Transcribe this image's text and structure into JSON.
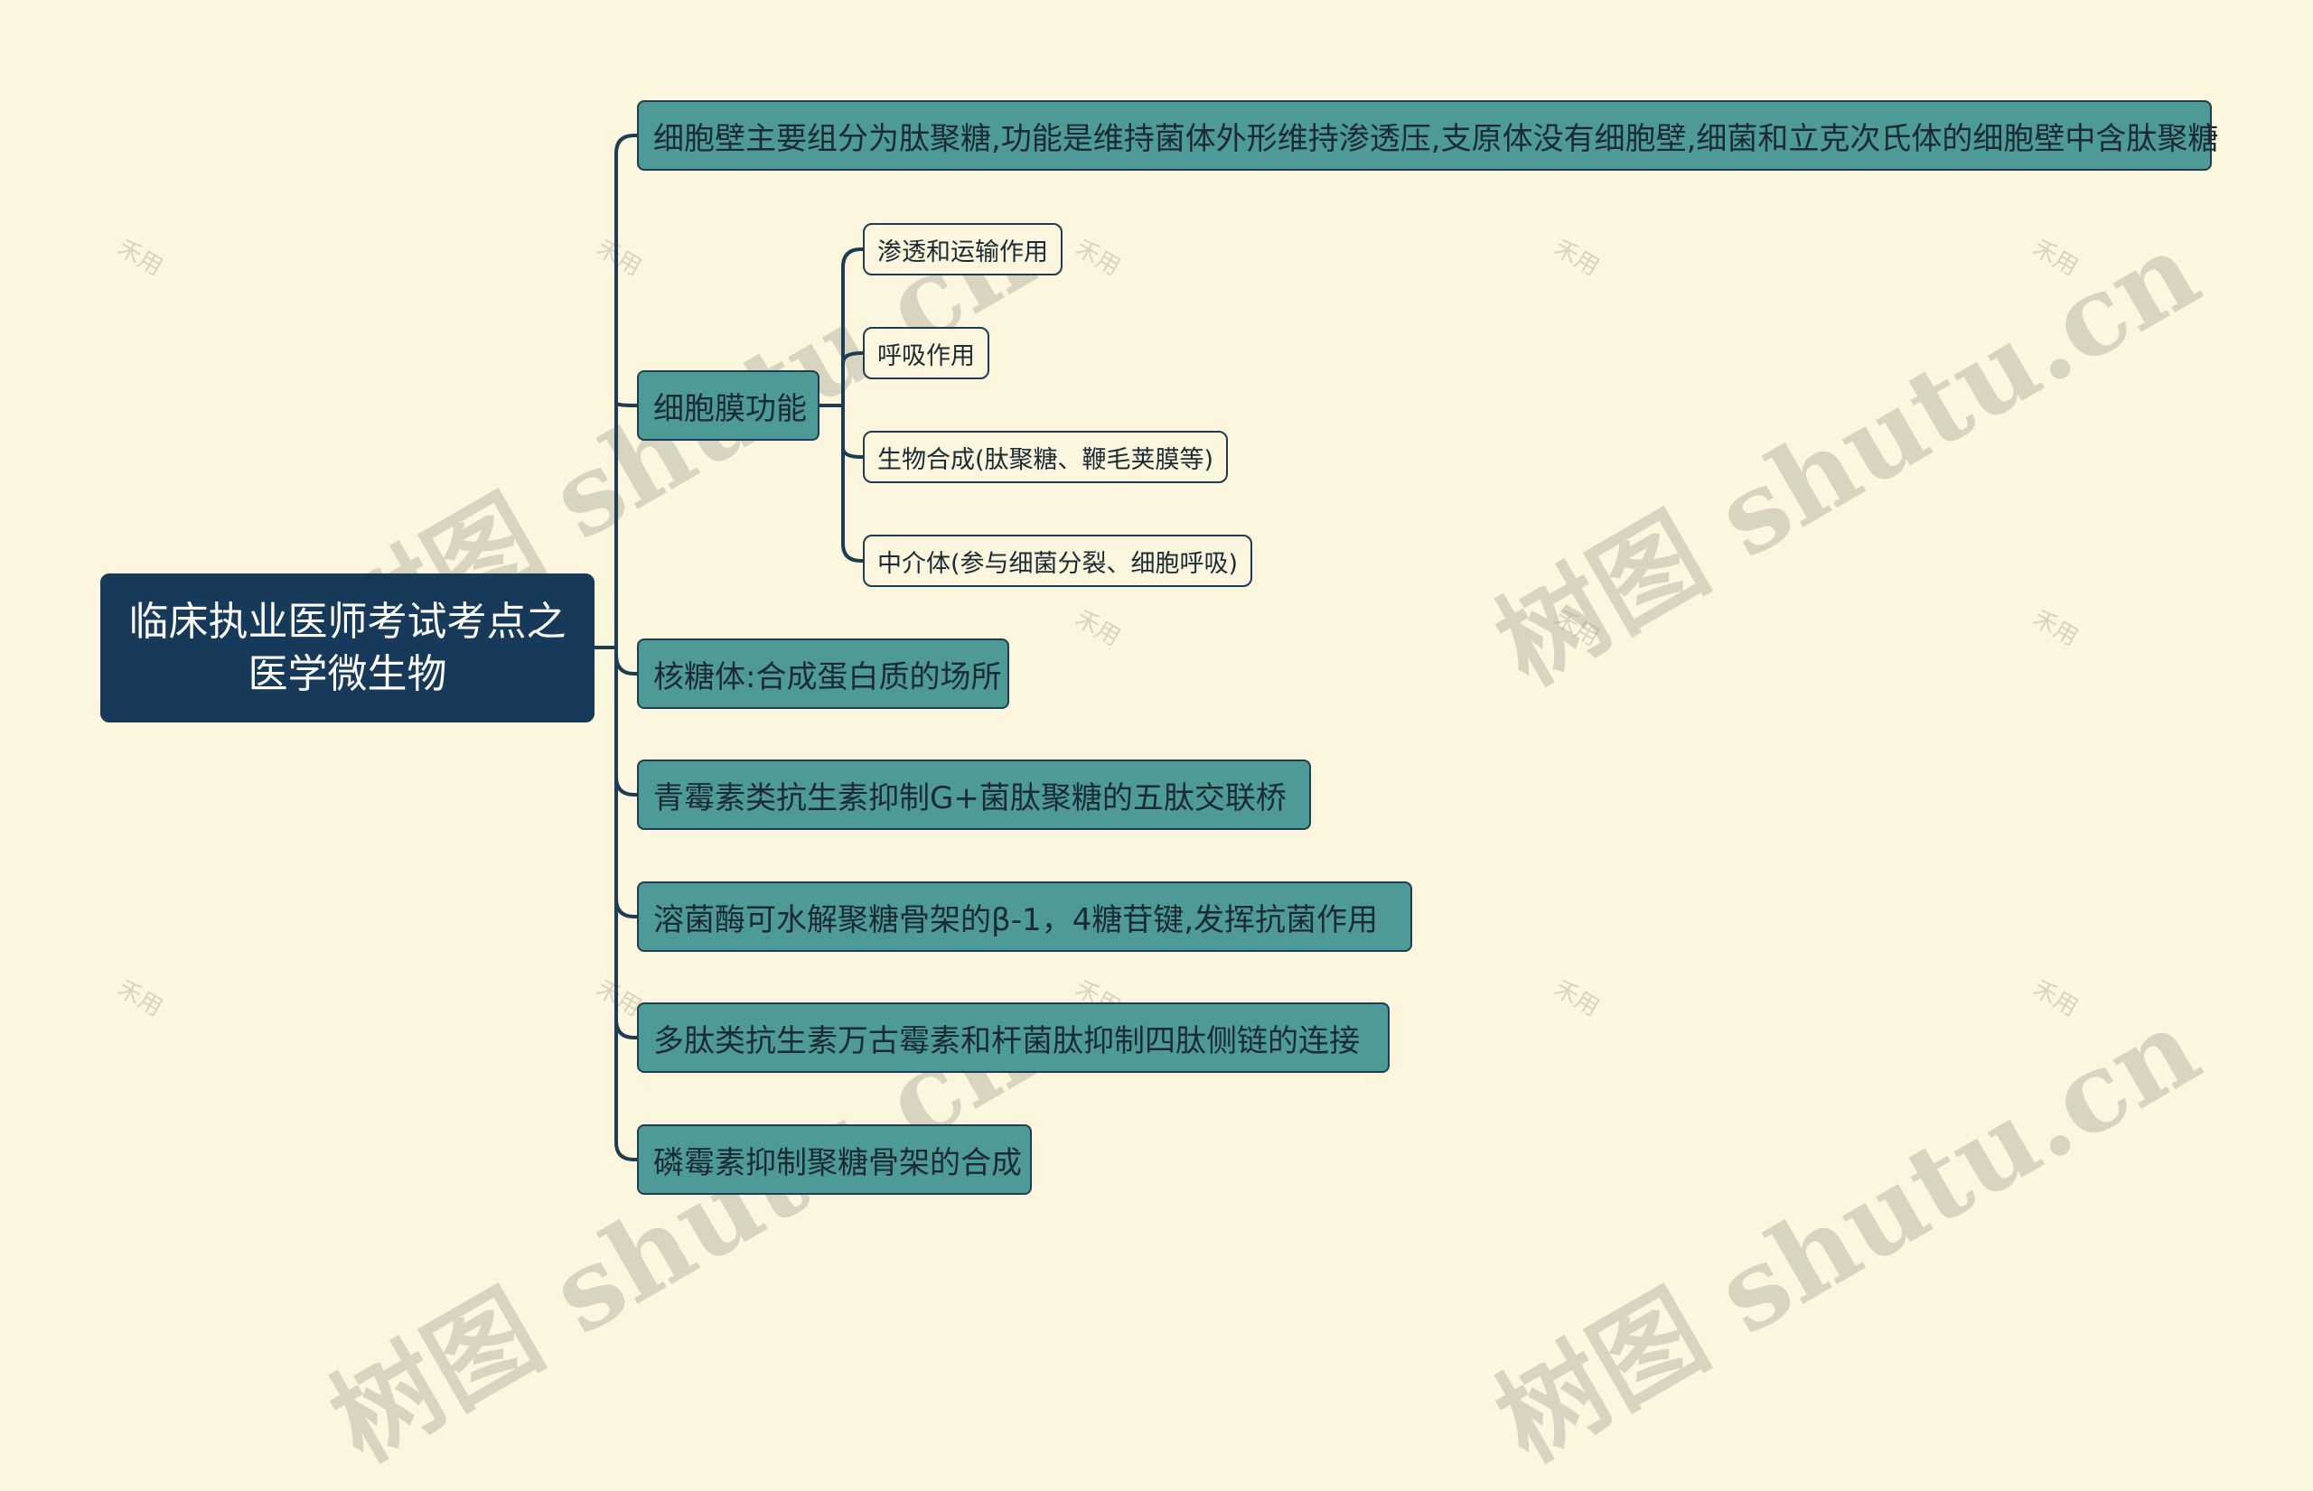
{
  "watermark": {
    "text": "树图 shutu.cn",
    "small_text": "禾用"
  },
  "root": {
    "label": "临床执业医师考试考点之医学微生物"
  },
  "branches": [
    {
      "label": "细胞壁主要组分为肽聚糖,功能是维持菌体外形维持渗透压,支原体没有细胞壁,细菌和立克次氏体的细胞壁中含肽聚糖"
    },
    {
      "label": "细胞膜功能",
      "children": [
        {
          "label": "渗透和运输作用"
        },
        {
          "label": "呼吸作用"
        },
        {
          "label": "生物合成(肽聚糖、鞭毛荚膜等)"
        },
        {
          "label": "中介体(参与细菌分裂、细胞呼吸)"
        }
      ]
    },
    {
      "label": "核糖体:合成蛋白质的场所"
    },
    {
      "label": "青霉素类抗生素抑制G+菌肽聚糖的五肽交联桥"
    },
    {
      "label": "溶菌酶可水解聚糖骨架的β-1，4糖苷键,发挥抗菌作用"
    },
    {
      "label": "多肽类抗生素万古霉素和杆菌肽抑制四肽侧链的连接"
    },
    {
      "label": "磷霉素抑制聚糖骨架的合成"
    }
  ],
  "colors": {
    "background": "#fbf6dd",
    "root_fill": "#183a5a",
    "branch_fill": "#4e9a96",
    "connector": "#1f3d52"
  }
}
